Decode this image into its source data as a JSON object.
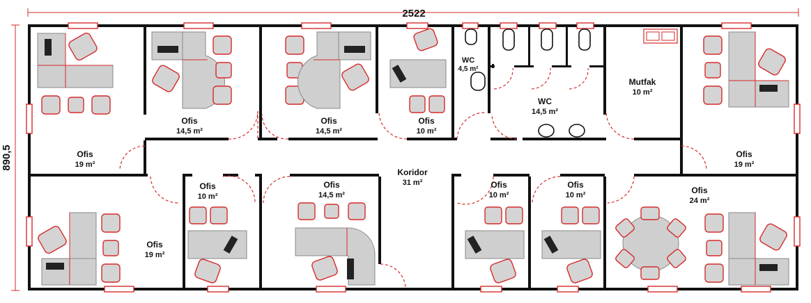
{
  "dimensions": {
    "width": "2522",
    "height": "890,5"
  },
  "rooms": {
    "ofis_nw": {
      "name": "Ofis",
      "area": "19 m²"
    },
    "ofis_n2": {
      "name": "Ofis",
      "area": "14,5 m²"
    },
    "ofis_n3": {
      "name": "Ofis",
      "area": "14,5 m²"
    },
    "ofis_n4": {
      "name": "Ofis",
      "area": "10 m²"
    },
    "wc_small": {
      "name": "WC",
      "area": "4,5 m²"
    },
    "wc_big": {
      "name": "WC",
      "area": "14,5 m²"
    },
    "mutfak": {
      "name": "Mutfak",
      "area": "10 m²"
    },
    "ofis_ne": {
      "name": "Ofis",
      "area": "19 m²"
    },
    "koridor": {
      "name": "Koridor",
      "area": "31 m²"
    },
    "ofis_sw": {
      "name": "Ofis",
      "area": "19 m²"
    },
    "ofis_s2": {
      "name": "Ofis",
      "area": "10 m²"
    },
    "ofis_s3": {
      "name": "Ofis",
      "area": "14,5 m²"
    },
    "ofis_s4": {
      "name": "Ofis",
      "area": "10 m²"
    },
    "ofis_s5": {
      "name": "Ofis",
      "area": "10 m²"
    },
    "ofis_se": {
      "name": "Ofis",
      "area": "24 m²"
    }
  },
  "colors": {
    "wall": "#111111",
    "accent": "#d62a2a",
    "furniture": "#cfcfcf"
  }
}
